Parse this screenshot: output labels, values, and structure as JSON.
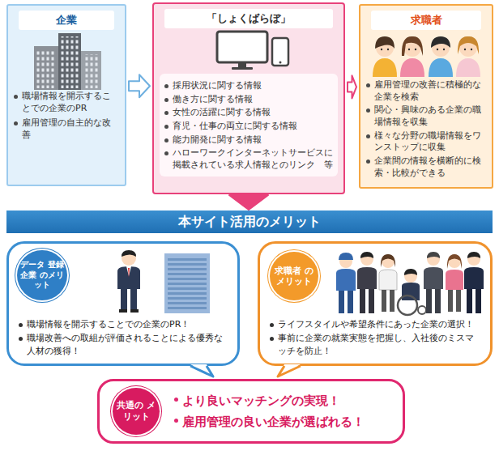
{
  "diagram": {
    "nodes": [
      {
        "text": [
          "企業",
          "職場情報を開示することでの企業のPR",
          "雇用管理の自主的な改善"
        ]
      },
      {
        "text": [
          "「しょくばらぼ」",
          "採用状況に関する情報",
          "働き方に関する情報",
          "女性の活躍に関する情報",
          "育児・仕事の両立に関する情報",
          "能力開発に関する情報",
          "ハローワークインターネットサービスに掲載されている求人情報とのリンク　等"
        ]
      },
      {
        "text": [
          "求職者",
          "雇用管理の改善に積極的な企業を検索",
          "関心・興味のある企業の職場情報を収集",
          "様々な分野の職場情報をワンストップに収集",
          "企業間の情報を横断的に検索・比較ができる"
        ]
      },
      {
        "text": [
          "本サイト活用のメリット"
        ]
      },
      {
        "text": [
          "職場情報を開示することでの企業のPR！",
          "職場改善への取組が評価されることによる優秀な人材の獲得！"
        ]
      },
      {
        "text": [
          "データ 登録企業 のメリット"
        ],
        "in": 4
      },
      {
        "text": [
          "ライフスタイルや希望条件にあった企業の選択！",
          "事前に企業の就業実態を把握し、入社後のミスマッチを防止！"
        ]
      },
      {
        "text": [
          "求職者 のメリット"
        ],
        "in": 6
      },
      {
        "text": [
          "より良いマッチングの実現！",
          "雇用管理の良い企業が選ばれる！"
        ]
      },
      {
        "text": [
          "共通の メリット"
        ],
        "in": 8
      }
    ],
    "edges": [
      {
        "from": 0,
        "to": 1,
        "arrow": "to"
      },
      {
        "from": 1,
        "to": 2,
        "arrow": "to"
      },
      {
        "from": 1,
        "to": 3,
        "arrow": "to"
      }
    ]
  }
}
